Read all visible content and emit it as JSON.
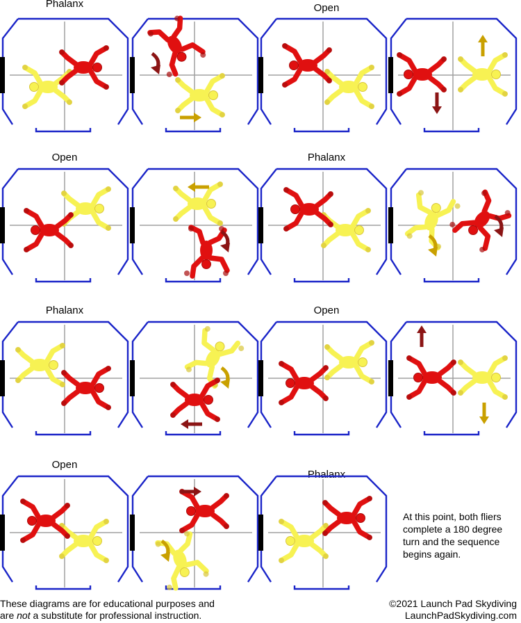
{
  "titles": [
    "Phalanx",
    "Open",
    "Open",
    "Phalanx",
    "Phalanx",
    "Open",
    "Open",
    "Phalanx"
  ],
  "note": {
    "lines": [
      "At this point, both fliers",
      "complete a 180 degree",
      "turn and the sequence",
      "begins again."
    ]
  },
  "disclaimer": {
    "line1": "These diagrams are for educational purposes and",
    "line2_pre": "are ",
    "line2_em": "not",
    "line2_post": " a substitute for professional instruction."
  },
  "copyright": {
    "line1": "©2021 Launch Pad Skydiving",
    "line2": "LaunchPadSkydiving.com"
  },
  "colors": {
    "tunnel_wall": "#1a24c8",
    "door": "#000000",
    "crosshair": "#a0a0a0",
    "red_flier": "#e01010",
    "red_flier_dark": "#a80c0c",
    "yellow_flier": "#f7f253",
    "yellow_flier_dark": "#d9c63a",
    "red_arrow": "#8b1414",
    "yellow_arrow": "#c9a000"
  },
  "diagrams": [
    {
      "name": "diagram-1-phalanx",
      "red": {
        "pose": "spread",
        "rot": 90
      },
      "yellow": {
        "pose": "spread",
        "rot": -90
      },
      "arrows": []
    },
    {
      "name": "diagram-1-transition",
      "red": {
        "pose": "twist",
        "rot": 150
      },
      "yellow": {
        "pose": "spread",
        "rot": 90
      },
      "arrows": [
        {
          "type": "curve",
          "color": "red"
        },
        {
          "type": "straight",
          "dir": "right",
          "color": "yellow"
        }
      ]
    },
    {
      "name": "diagram-2-open",
      "red": {
        "pose": "spread",
        "rot": -90
      },
      "yellow": {
        "pose": "spread",
        "rot": 90
      },
      "arrows": []
    },
    {
      "name": "diagram-2-transition",
      "red": {
        "pose": "spread",
        "rot": -90
      },
      "yellow": {
        "pose": "spread",
        "rot": 90
      },
      "arrows": [
        {
          "type": "straight",
          "dir": "up",
          "color": "yellow"
        },
        {
          "type": "straight",
          "dir": "down",
          "color": "red"
        }
      ]
    },
    {
      "name": "diagram-3-open",
      "red": {
        "pose": "spread",
        "rot": -90
      },
      "yellow": {
        "pose": "spread",
        "rot": 90
      },
      "arrows": []
    },
    {
      "name": "diagram-3-transition",
      "red": {
        "pose": "twist",
        "rot": 180
      },
      "yellow": {
        "pose": "spread",
        "rot": 90
      },
      "arrows": [
        {
          "type": "straight",
          "dir": "left",
          "color": "yellow"
        },
        {
          "type": "curve",
          "color": "red"
        }
      ]
    },
    {
      "name": "diagram-4-phalanx",
      "red": {
        "pose": "spread",
        "rot": -90
      },
      "yellow": {
        "pose": "spread",
        "rot": 90
      },
      "arrows": []
    },
    {
      "name": "diagram-4-transition",
      "red": {
        "pose": "twist",
        "rot": -140
      },
      "yellow": {
        "pose": "twist",
        "rot": 20
      },
      "arrows": [
        {
          "type": "curve",
          "color": "yellow"
        },
        {
          "type": "curve",
          "color": "red"
        }
      ]
    },
    {
      "name": "diagram-5-phalanx",
      "red": {
        "pose": "spread",
        "rot": 90
      },
      "yellow": {
        "pose": "spread",
        "rot": 90
      },
      "arrows": []
    },
    {
      "name": "diagram-5-transition",
      "red": {
        "pose": "spread",
        "rot": 90
      },
      "yellow": {
        "pose": "twist",
        "rot": 30
      },
      "arrows": [
        {
          "type": "curve",
          "color": "yellow"
        },
        {
          "type": "straight",
          "dir": "left",
          "color": "red"
        }
      ]
    },
    {
      "name": "diagram-6-open",
      "red": {
        "pose": "spread",
        "rot": -90
      },
      "yellow": {
        "pose": "spread",
        "rot": 90
      },
      "arrows": []
    },
    {
      "name": "diagram-6-transition",
      "red": {
        "pose": "spread",
        "rot": -90
      },
      "yellow": {
        "pose": "spread",
        "rot": 90
      },
      "arrows": [
        {
          "type": "straight",
          "dir": "up",
          "color": "red"
        },
        {
          "type": "straight",
          "dir": "down",
          "color": "yellow"
        }
      ]
    },
    {
      "name": "diagram-7-open",
      "red": {
        "pose": "spread",
        "rot": -90
      },
      "yellow": {
        "pose": "spread",
        "rot": 90
      },
      "arrows": []
    },
    {
      "name": "diagram-7-transition",
      "red": {
        "pose": "spread",
        "rot": -90
      },
      "yellow": {
        "pose": "twist",
        "rot": 160
      },
      "arrows": [
        {
          "type": "straight",
          "dir": "right",
          "color": "red"
        },
        {
          "type": "curve",
          "color": "yellow"
        }
      ]
    },
    {
      "name": "diagram-8-phalanx",
      "red": {
        "pose": "spread",
        "rot": 90
      },
      "yellow": {
        "pose": "spread",
        "rot": -90
      },
      "arrows": []
    }
  ]
}
